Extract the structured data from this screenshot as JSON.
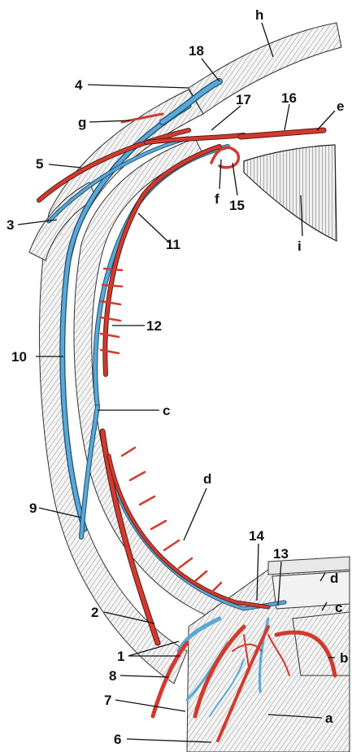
{
  "labels": {
    "n1": "1",
    "n2": "2",
    "n3": "3",
    "n4": "4",
    "n5": "5",
    "n6": "6",
    "n7": "7",
    "n8": "8",
    "n9": "9",
    "n10": "10",
    "n11": "11",
    "n12": "12",
    "n13": "13",
    "n14": "14",
    "n15": "15",
    "n16": "16",
    "n17": "17",
    "n18": "18",
    "a": "a",
    "b": "b",
    "c_lower": "c",
    "c_mid": "c",
    "d_lower": "d",
    "d_mid": "d",
    "e": "e",
    "f": "f",
    "g": "g",
    "h": "h",
    "i": "i"
  },
  "colors": {
    "artery": "#d23a2e",
    "vein": "#5aa8d6",
    "tissue_hatch": "#555555",
    "background": "#ffffff"
  }
}
